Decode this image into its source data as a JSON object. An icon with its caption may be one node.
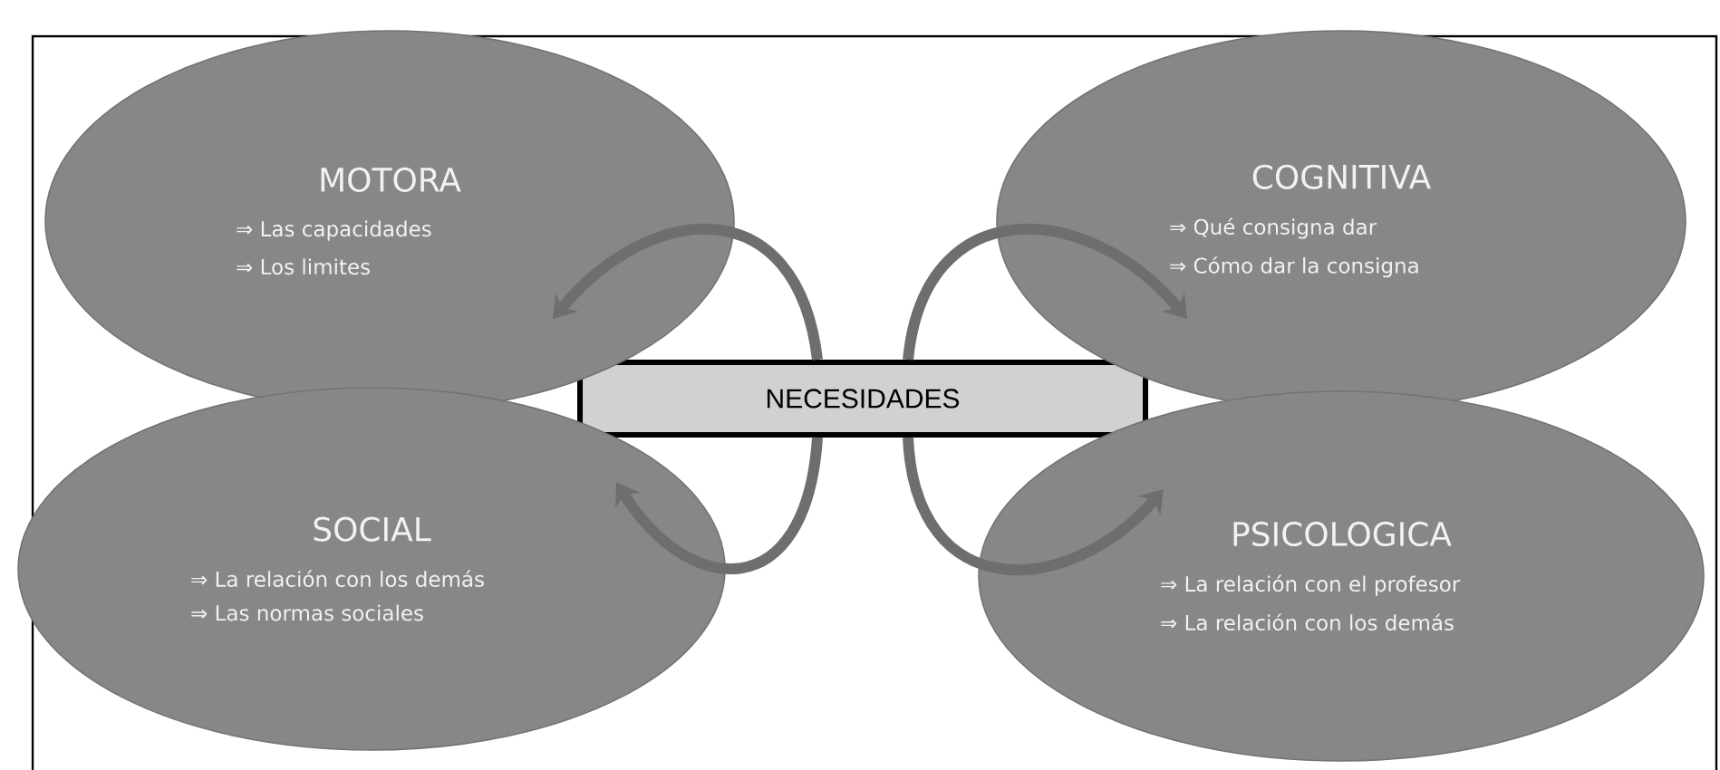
{
  "diagram": {
    "nodes": [
      {
        "text": [
          "NECESIDADES"
        ]
      },
      {
        "text": [
          "MOTORA",
          "⇒ Las capacidades",
          "⇒ Los limites"
        ]
      },
      {
        "text": [
          "COGNITIVA",
          "⇒ Qué consigna dar",
          "⇒ Cómo dar la consigna"
        ]
      },
      {
        "text": [
          "SOCIAL",
          "⇒ La relación con los demás",
          "⇒ Las normas sociales"
        ]
      },
      {
        "text": [
          "PSICOLOGICA",
          "⇒ La relación con el profesor",
          "⇒ La relación con los demás"
        ]
      }
    ],
    "edges": [
      {
        "from": 0,
        "to": 1,
        "arrow": "to"
      },
      {
        "from": 0,
        "to": 2,
        "arrow": "to"
      },
      {
        "from": 0,
        "to": 3,
        "arrow": "to"
      },
      {
        "from": 0,
        "to": 4,
        "arrow": "to"
      }
    ]
  }
}
